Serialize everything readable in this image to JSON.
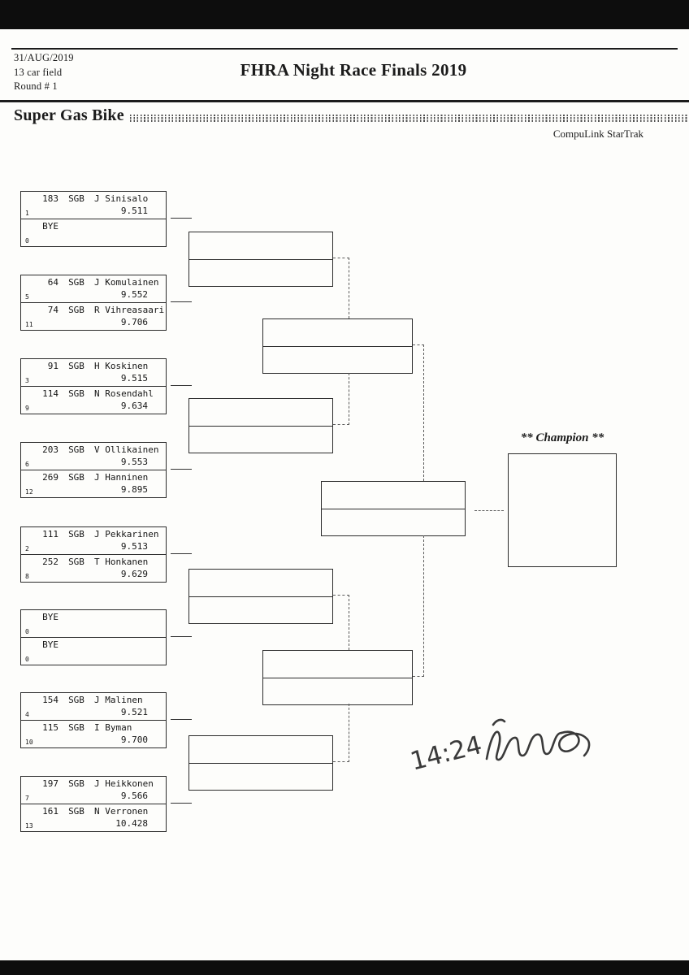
{
  "page": {
    "date": "31/AUG/2019",
    "field_size": "13 car field",
    "round_label": "Round # 1",
    "title": "FHRA Night Race Finals 2019",
    "class_name": "Super Gas Bike",
    "timing_system": "CompuLink StarTrak",
    "champion_label": "** Champion **",
    "handwritten_time": "14:24"
  },
  "round1": [
    {
      "entries": [
        {
          "num": "183",
          "cls": "SGB",
          "name": "J Sinisalo",
          "time": "9.511",
          "seed": "1"
        },
        {
          "num": "BYE",
          "cls": "",
          "name": "",
          "time": "",
          "seed": "0"
        }
      ]
    },
    {
      "entries": [
        {
          "num": "64",
          "cls": "SGB",
          "name": "J Komulainen",
          "time": "9.552",
          "seed": "5"
        },
        {
          "num": "74",
          "cls": "SGB",
          "name": "R Vihreasaari",
          "time": "9.706",
          "seed": "11"
        }
      ]
    },
    {
      "entries": [
        {
          "num": "91",
          "cls": "SGB",
          "name": "H Koskinen",
          "time": "9.515",
          "seed": "3"
        },
        {
          "num": "114",
          "cls": "SGB",
          "name": "N Rosendahl",
          "time": "9.634",
          "seed": "9"
        }
      ]
    },
    {
      "entries": [
        {
          "num": "203",
          "cls": "SGB",
          "name": "V Ollikainen",
          "time": "9.553",
          "seed": "6"
        },
        {
          "num": "269",
          "cls": "SGB",
          "name": "J Hanninen",
          "time": "9.895",
          "seed": "12"
        }
      ]
    },
    {
      "entries": [
        {
          "num": "111",
          "cls": "SGB",
          "name": "J Pekkarinen",
          "time": "9.513",
          "seed": "2"
        },
        {
          "num": "252",
          "cls": "SGB",
          "name": "T Honkanen",
          "time": "9.629",
          "seed": "8"
        }
      ]
    },
    {
      "entries": [
        {
          "num": "BYE",
          "cls": "",
          "name": "",
          "time": "",
          "seed": "0"
        },
        {
          "num": "BYE",
          "cls": "",
          "name": "",
          "time": "",
          "seed": "0"
        }
      ]
    },
    {
      "entries": [
        {
          "num": "154",
          "cls": "SGB",
          "name": "J Malinen",
          "time": "9.521",
          "seed": "4"
        },
        {
          "num": "115",
          "cls": "SGB",
          "name": "I Byman",
          "time": "9.700",
          "seed": "10"
        }
      ]
    },
    {
      "entries": [
        {
          "num": "197",
          "cls": "SGB",
          "name": "J Heikkonen",
          "time": "9.566",
          "seed": "7"
        },
        {
          "num": "161",
          "cls": "SGB",
          "name": "N Verronen",
          "time": "10.428",
          "seed": "13"
        }
      ]
    }
  ]
}
